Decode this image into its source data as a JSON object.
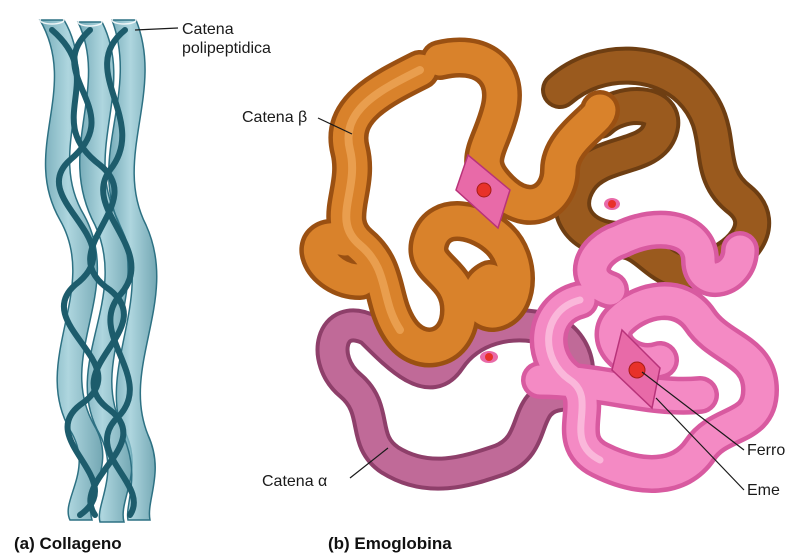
{
  "panels": {
    "a": {
      "caption": "(a) Collageno",
      "labels": {
        "chain_line1": "Catena",
        "chain_line2": "polipeptidica"
      },
      "colors": {
        "tube": "#4f9aac",
        "strand": "#1d5c6c"
      }
    },
    "b": {
      "caption": "(b) Emoglobina",
      "labels": {
        "beta_chain": "Catena β",
        "alpha_chain": "Catena α",
        "iron": "Ferro",
        "heme": "Eme"
      },
      "colors": {
        "beta_orange": "#d9822b",
        "beta_brown": "#9a5a1e",
        "alpha_mauve": "#c06a98",
        "alpha_pink": "#f48ac4",
        "heme_plate": "#e86aa8",
        "iron_atom": "#e8312a"
      }
    }
  }
}
